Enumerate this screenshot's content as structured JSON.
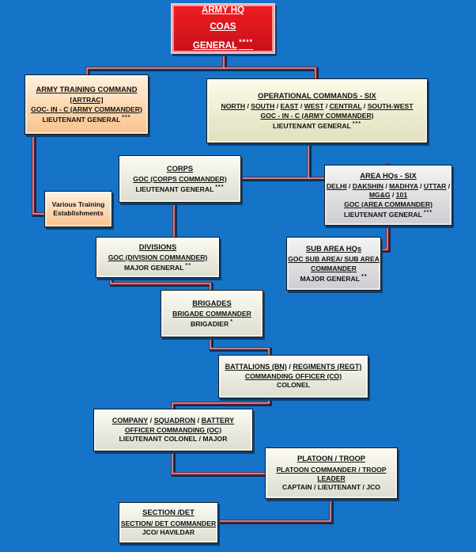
{
  "hq": {
    "line1": "ARMY HQ",
    "line2": "COAS",
    "line3": "GENERAL",
    "stars": "****"
  },
  "artrac": {
    "title": "ARMY TRAINING COMMAND",
    "line1": "[ARTRAC]",
    "line2": "GOC- IN - C (ARMY COMMANDER)",
    "rank": "LIEUTENANT GENERAL",
    "stars": "***"
  },
  "opcom": {
    "title_prefix": "OPERATIONAL COMMANDS - ",
    "title_count": "SIX",
    "commands": [
      "NORTH",
      "SOUTH",
      "EAST",
      "WEST",
      "CENTRAL",
      "SOUTH-WEST"
    ],
    "line2": "GOC - IN - C  (ARMY COMMANDER)",
    "rank": "LIEUTENANT GENERAL",
    "stars": "***"
  },
  "training_est": {
    "line1": "Various Training",
    "line2": "Establishments"
  },
  "corps": {
    "title": "CORPS",
    "line1": "GOC (CORPS COMMANDER)",
    "rank": "LIEUTENANT GENERAL",
    "stars": "***"
  },
  "area": {
    "title_prefix": "AREA HQs - ",
    "title_count": "SIX",
    "row1": [
      "DELHI",
      "DAKSHIN",
      "MADHYA",
      "UTTAR"
    ],
    "row2": [
      "MG&G",
      "101"
    ],
    "line3": "GOC (AREA COMMANDER)",
    "rank": "LIEUTENANT GENERAL",
    "stars": "***"
  },
  "divisions": {
    "title": "DIVISIONS",
    "line1": "GOC (DIVISION COMMANDER)",
    "rank": "MAJOR GENERAL",
    "stars": "**"
  },
  "subarea": {
    "title": "SUB AREA HQs",
    "line1": "GOC SUB AREA/ SUB AREA",
    "line2": "COMMANDER",
    "rank": "MAJOR GENERAL",
    "stars": "**"
  },
  "brigades": {
    "title": "BRIGADES",
    "line1": "BRIGADE COMMANDER",
    "rank": "BRIGADIER",
    "stars": "*"
  },
  "battalions": {
    "title_a": "BATTALIONS (BN)",
    "sep": " / ",
    "title_b": "REGIMENTS (REGT)",
    "line1": "COMMANDING OFFICER (CO)",
    "rank": "COLONEL"
  },
  "company": {
    "title": [
      "COMPANY",
      "SQUADRON",
      "BATTERY"
    ],
    "line1": "OFFICER COMMANDING (OC)",
    "rank": "LIEUTENANT COLONEL / MAJOR"
  },
  "platoon": {
    "title": "PLATOON / TROOP",
    "line1": "PLATOON COMMANDER / TROOP",
    "line2": "LEADER",
    "rank": "CAPTAIN / LIEUTENANT / JCO"
  },
  "section": {
    "title": "SECTION /DET",
    "line1": "SECTION/ DET COMMANDER",
    "rank": "JCO/ HAVILDAR"
  },
  "sep": " / "
}
